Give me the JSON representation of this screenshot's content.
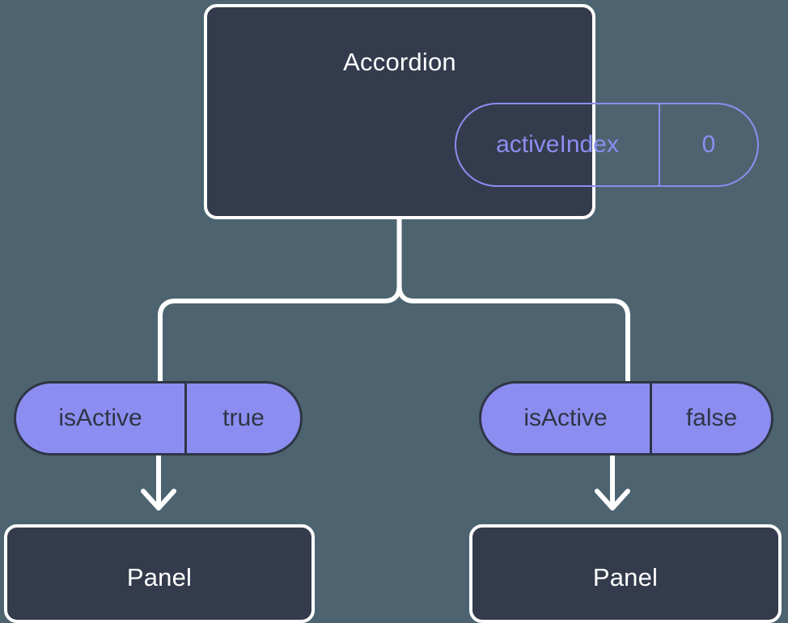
{
  "diagram": {
    "type": "component-state-tree",
    "background_color": "#4d6470",
    "nodes": {
      "accordion": {
        "title": "Accordion",
        "fill": "#343b4c",
        "border_color": "#ffffff",
        "state_pill": {
          "key": "activeIndex",
          "value": "0",
          "accent_color": "#8b8ef0",
          "style": "outlined"
        }
      },
      "panel_left": {
        "title": "Panel",
        "fill": "#343b4c",
        "border_color": "#ffffff",
        "prop_pill": {
          "key": "isActive",
          "value": "true",
          "fill": "#8b8ef0",
          "text_color": "#2f3545",
          "style": "filled"
        }
      },
      "panel_right": {
        "title": "Panel",
        "fill": "#343b4c",
        "border_color": "#ffffff",
        "prop_pill": {
          "key": "isActive",
          "value": "false",
          "fill": "#8b8ef0",
          "text_color": "#2f3545",
          "style": "filled"
        }
      }
    },
    "edges": {
      "branch_color": "#ffffff",
      "arrow_color": "#ffffff",
      "branch_label": "",
      "arrow_label": ""
    }
  }
}
